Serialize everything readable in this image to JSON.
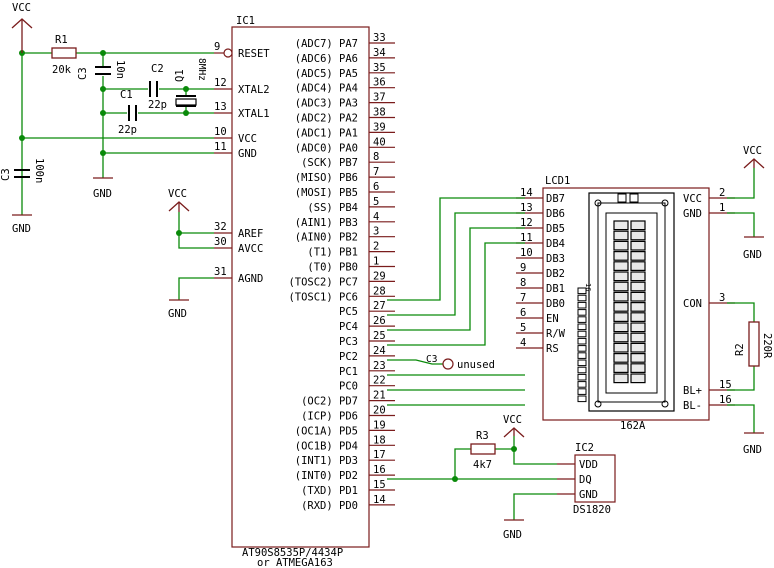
{
  "mcu": {
    "ref": "IC1",
    "part_line1": "AT90S8535P/4434P",
    "part_line2": "or ATMEGA163",
    "left_pins": [
      {
        "num": "9",
        "name": "RESET"
      },
      {
        "num": "12",
        "name": "XTAL2"
      },
      {
        "num": "13",
        "name": "XTAL1"
      },
      {
        "num": "10",
        "name": "VCC"
      },
      {
        "num": "11",
        "name": "GND"
      },
      {
        "num": "32",
        "name": "AREF"
      },
      {
        "num": "30",
        "name": "AVCC"
      },
      {
        "num": "31",
        "name": "AGND"
      }
    ],
    "right_pins": [
      {
        "num": "33",
        "name": "(ADC7) PA7"
      },
      {
        "num": "34",
        "name": "(ADC6) PA6"
      },
      {
        "num": "35",
        "name": "(ADC5) PA5"
      },
      {
        "num": "36",
        "name": "(ADC4) PA4"
      },
      {
        "num": "37",
        "name": "(ADC3) PA3"
      },
      {
        "num": "38",
        "name": "(ADC2) PA2"
      },
      {
        "num": "39",
        "name": "(ADC1) PA1"
      },
      {
        "num": "40",
        "name": "(ADC0) PA0"
      },
      {
        "num": "8",
        "name": "(SCK) PB7"
      },
      {
        "num": "7",
        "name": "(MISO) PB6"
      },
      {
        "num": "6",
        "name": "(MOSI) PB5"
      },
      {
        "num": "5",
        "name": "(SS) PB4"
      },
      {
        "num": "4",
        "name": "(AIN1) PB3"
      },
      {
        "num": "3",
        "name": "(AIN0) PB2"
      },
      {
        "num": "2",
        "name": "(T1) PB1"
      },
      {
        "num": "1",
        "name": "(T0) PB0"
      },
      {
        "num": "29",
        "name": "(TOSC2) PC7"
      },
      {
        "num": "28",
        "name": "(TOSC1) PC6"
      },
      {
        "num": "27",
        "name": "PC5"
      },
      {
        "num": "26",
        "name": "PC4"
      },
      {
        "num": "25",
        "name": "PC3"
      },
      {
        "num": "24",
        "name": "PC2"
      },
      {
        "num": "23",
        "name": "PC1"
      },
      {
        "num": "22",
        "name": "PC0"
      },
      {
        "num": "21",
        "name": "(OC2) PD7"
      },
      {
        "num": "20",
        "name": "(ICP) PD6"
      },
      {
        "num": "19",
        "name": "(OC1A) PD5"
      },
      {
        "num": "18",
        "name": "(OC1B) PD4"
      },
      {
        "num": "17",
        "name": "(INT1) PD3"
      },
      {
        "num": "16",
        "name": "(INT0) PD2"
      },
      {
        "num": "15",
        "name": "(TXD) PD1"
      },
      {
        "num": "14",
        "name": "(RXD) PD0"
      }
    ]
  },
  "lcd": {
    "ref": "LCD1",
    "part": "162A",
    "left_pins": [
      {
        "num": "14",
        "name": "DB7"
      },
      {
        "num": "13",
        "name": "DB6"
      },
      {
        "num": "12",
        "name": "DB5"
      },
      {
        "num": "11",
        "name": "DB4"
      },
      {
        "num": "10",
        "name": "DB3"
      },
      {
        "num": "9",
        "name": "DB2"
      },
      {
        "num": "8",
        "name": "DB1"
      },
      {
        "num": "7",
        "name": "DB0"
      },
      {
        "num": "6",
        "name": "EN"
      },
      {
        "num": "5",
        "name": "R/W"
      },
      {
        "num": "4",
        "name": "RS"
      }
    ],
    "right_pins": [
      {
        "num": "2",
        "name": "VCC"
      },
      {
        "num": "1",
        "name": "GND"
      },
      {
        "num": "3",
        "name": "CON"
      },
      {
        "num": "15",
        "name": "BL+"
      },
      {
        "num": "16",
        "name": "BL-"
      }
    ],
    "pin_one_marker": "16"
  },
  "sensor": {
    "ref": "IC2",
    "part": "DS1820",
    "pins": [
      {
        "name": "VDD"
      },
      {
        "name": "DQ"
      },
      {
        "name": "GND"
      }
    ]
  },
  "components": {
    "r1": {
      "ref": "R1",
      "value": "20k"
    },
    "c3_top": {
      "ref": "C3",
      "value": "10n"
    },
    "c2": {
      "ref": "C2",
      "value": "22p"
    },
    "c1": {
      "ref": "C1",
      "value": "22p"
    },
    "q1": {
      "ref": "Q1",
      "value": "8MHz"
    },
    "c3_left": {
      "ref": "C3",
      "value": "100n"
    },
    "r2": {
      "ref": "R2",
      "value": "220R"
    },
    "r3": {
      "ref": "R3",
      "value": "4k7"
    }
  },
  "power": {
    "vcc": "VCC",
    "gnd": "GND"
  },
  "unused": {
    "ref": "C3",
    "label": "unused"
  }
}
